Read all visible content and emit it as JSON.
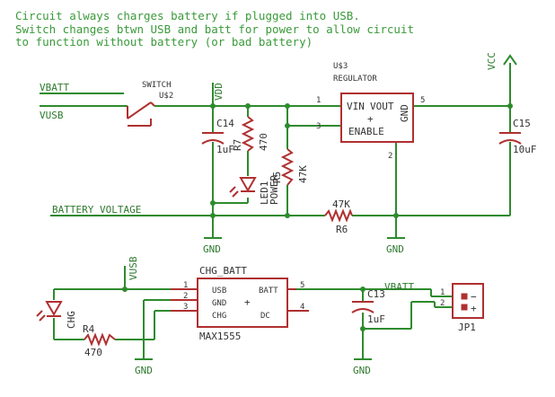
{
  "notes": [
    "Circuit always charges battery if plugged into USB.",
    "Switch changes btwn USB and batt for power to allow circuit",
    "to function without battery (or bad battery)"
  ],
  "nets": {
    "vbatt_top": "VBATT",
    "vusb_top": "VUSB",
    "vdd": "VDD",
    "vcc": "VCC",
    "battery_voltage": "BATTERY_VOLTAGE",
    "vusb_bottom": "VUSB",
    "vbatt_bottom": "VBATT",
    "gnd": "GND"
  },
  "switch": {
    "title": "SWITCH",
    "ref": "U$2"
  },
  "c14": {
    "ref": "C14",
    "value": "1uF"
  },
  "r7": {
    "ref": "R7",
    "value": "470"
  },
  "led1": {
    "ref": "LED1",
    "label": "POWER"
  },
  "r5": {
    "ref": "R5",
    "value": "47K"
  },
  "regulator": {
    "ref": "U$3",
    "name": "REGULATOR",
    "pins": {
      "vin": "VIN",
      "vout": "VOUT",
      "gnd": "GND",
      "enable": "ENABLE",
      "plus": "+"
    },
    "pin_numbers": {
      "p1": "1",
      "p3": "3",
      "p5": "5",
      "p2": "2"
    }
  },
  "c15": {
    "ref": "C15",
    "value": "10uF"
  },
  "r6": {
    "ref": "R6",
    "value": "47K"
  },
  "chg6": {
    "ref": "CHG"
  },
  "r4": {
    "ref": "R4",
    "value": "470"
  },
  "charger": {
    "title": "CHG_BATT",
    "part": "MAX1555",
    "pins": {
      "usb": "USB",
      "gnd": "GND",
      "chg": "CHG",
      "batt": "BATT",
      "dc": "DC",
      "plus": "+"
    },
    "pin_numbers": {
      "p1": "1",
      "p2": "2",
      "p3": "3",
      "p5": "5",
      "p4": "4"
    }
  },
  "c13": {
    "ref": "C13",
    "value": "1uF"
  },
  "jp1": {
    "ref": "JP1",
    "pin1": "1",
    "pin2": "2",
    "minus": "−",
    "plus": "+"
  }
}
